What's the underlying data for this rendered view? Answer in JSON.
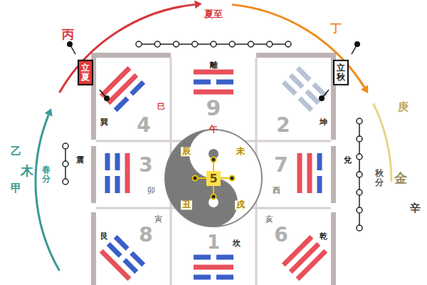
{
  "diagram": {
    "nodes": [
      {
        "text": [
          "立夏"
        ]
      },
      {
        "text": [
          "立秋"
        ]
      },
      {
        "text": [
          "5"
        ]
      }
    ],
    "labels": [
      "夏至",
      "丙",
      "丁",
      "離",
      "9",
      "午",
      "4",
      "巽",
      "巳",
      "2",
      "坤",
      "3",
      "震",
      "卯",
      "7",
      "兌",
      "酉",
      "8",
      "艮",
      "寅",
      "1",
      "坎",
      "6",
      "乾",
      "亥",
      "辰",
      "未",
      "丑",
      "戌",
      "乙",
      "甲",
      "木",
      "春分",
      "秋分",
      "金",
      "庚",
      "辛"
    ]
  }
}
